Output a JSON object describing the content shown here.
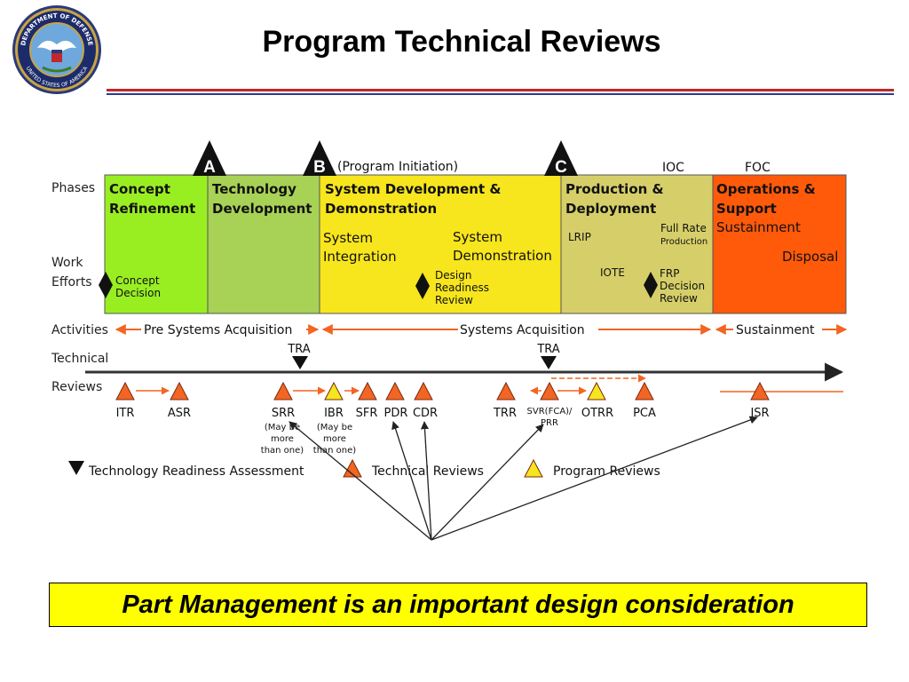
{
  "header": {
    "title": "Program Technical Reviews",
    "seal_text_top": "DEPARTMENT OF DEFENSE",
    "seal_text_bottom": "UNITED STATES OF AMERICA",
    "rule_colors": [
      "#c0282d",
      "#2a3d8f"
    ]
  },
  "row_labels": {
    "phases": "Phases",
    "work_efforts_1": "Work",
    "work_efforts_2": "Efforts",
    "activities": "Activities",
    "technical_1": "Technical",
    "technical_2": "Reviews"
  },
  "milestones": {
    "a": "A",
    "b": "B",
    "b_note": "(Program Initiation)",
    "c": "C",
    "ioc": "IOC",
    "foc": "FOC"
  },
  "phases": [
    {
      "line1": "Concept",
      "line2": "Refinement",
      "color": "#99ee22"
    },
    {
      "line1": "Technology",
      "line2": "Development",
      "color": "#a7d255"
    },
    {
      "line1": "System Development &",
      "line2": "Demonstration",
      "color": "#f7e51e"
    },
    {
      "line1": "Production &",
      "line2": "Deployment",
      "color": "#d6cf69"
    },
    {
      "line1": "Operations &",
      "line2": "Support",
      "color": "#ff5a0a"
    }
  ],
  "work_efforts": {
    "concept_decision_1": "Concept",
    "concept_decision_2": "Decision",
    "system_integration_1": "System",
    "system_integration_2": "Integration",
    "system_demonstration_1": "System",
    "system_demonstration_2": "Demonstration",
    "drr_1": "Design",
    "drr_2": "Readiness",
    "drr_3": "Review",
    "lrip": "LRIP",
    "full_rate_1": "Full Rate",
    "full_rate_2": "Production",
    "iote": "IOTE",
    "frp_1": "FRP",
    "frp_2": "Decision",
    "frp_3": "Review",
    "sustainment": "Sustainment",
    "disposal": "Disposal"
  },
  "activities": {
    "pre_systems": "Pre Systems Acquisition",
    "systems": "Systems Acquisition",
    "sustainment": "Sustainment",
    "arrow_color": "#f26522"
  },
  "tra": [
    "TRA",
    "TRA"
  ],
  "reviews": {
    "itr": "ITR",
    "asr": "ASR",
    "srr": "SRR",
    "ibr": "IBR",
    "sfr": "SFR",
    "pdr": "PDR",
    "cdr": "CDR",
    "trr": "TRR",
    "svr_1": "SVR(FCA)/",
    "svr_2": "PRR",
    "otrr": "OTRR",
    "pca": "PCA",
    "isr": "ISR",
    "note_srr_1": "(May be",
    "note_srr_2": "more",
    "note_srr_3": "than one)",
    "note_ibr_1": "(May be",
    "note_ibr_2": "more",
    "note_ibr_3": "than one)",
    "technical_color": "#f26522",
    "program_color": "#f7e51e"
  },
  "legend": {
    "tra": "Technology Readiness Assessment",
    "technical": "Technical Reviews",
    "program": "Program Reviews"
  },
  "callout": {
    "text": "Part Management is an important design consideration",
    "background": "#ffff00"
  }
}
